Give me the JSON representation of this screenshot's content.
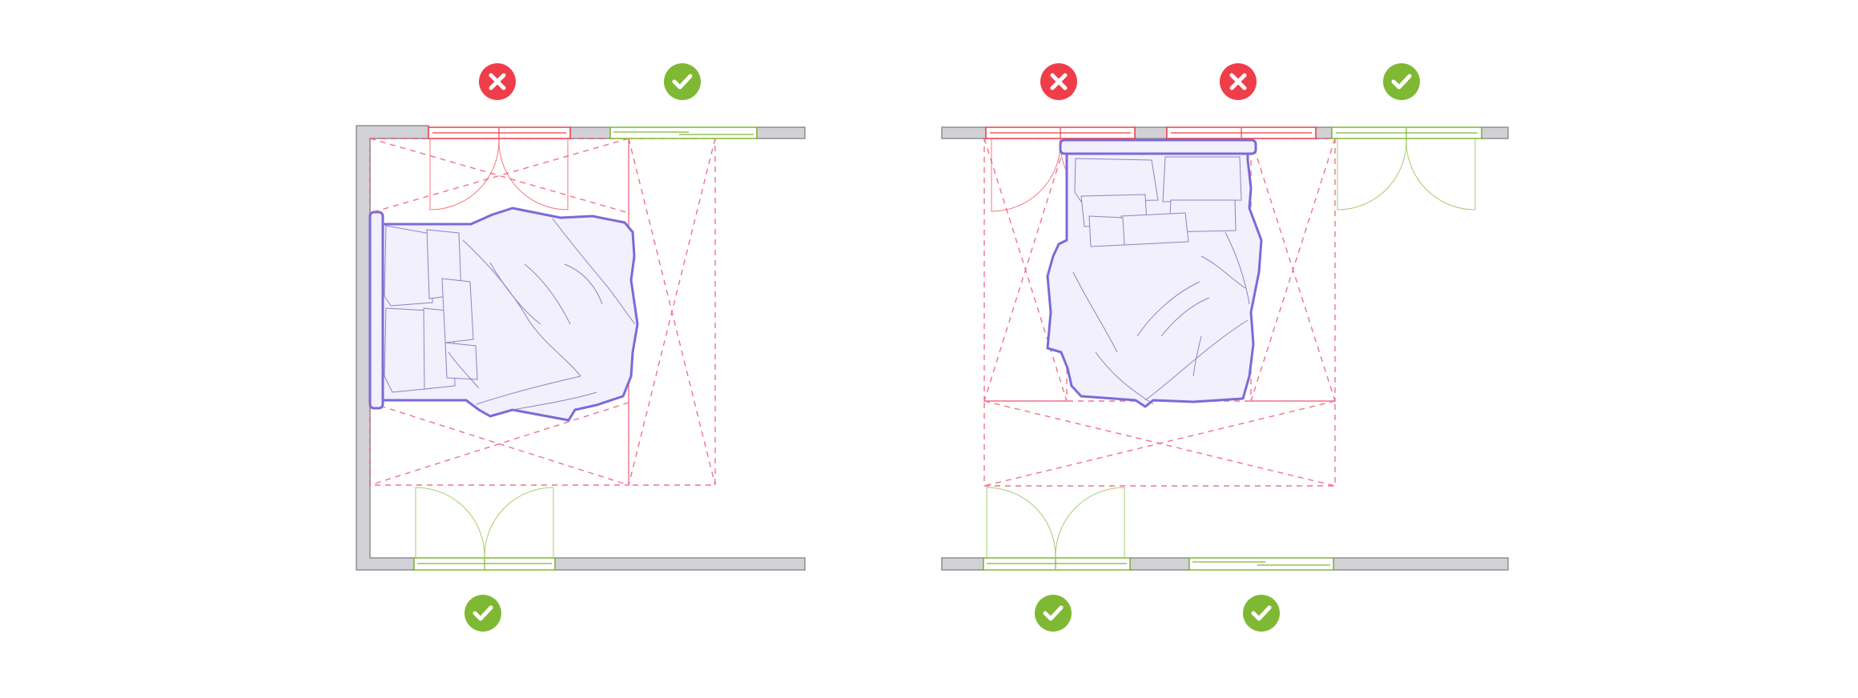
{
  "colors": {
    "wall_fill": "#d1d1d6",
    "wall_stroke": "#8e8e93",
    "bed_fill": "#f1f0fc",
    "bed_stroke": "#7b6ad8",
    "bad": "#ef3e4a",
    "good": "#7fb833",
    "clearance": "#f05a78"
  },
  "plans": [
    {
      "id": "left-plan",
      "bed_orientation": "headboard-against-side-wall",
      "top_windows": [
        {
          "status": "bad",
          "icon": "cross-icon"
        },
        {
          "status": "good",
          "icon": "check-icon"
        }
      ],
      "bottom_windows": [
        {
          "status": "good",
          "icon": "check-icon"
        }
      ]
    },
    {
      "id": "right-plan",
      "bed_orientation": "headboard-against-top-wall",
      "top_windows": [
        {
          "status": "bad",
          "icon": "cross-icon"
        },
        {
          "status": "bad",
          "icon": "cross-icon"
        },
        {
          "status": "good",
          "icon": "check-icon"
        }
      ],
      "bottom_windows": [
        {
          "status": "good",
          "icon": "check-icon"
        },
        {
          "status": "good",
          "icon": "check-icon"
        }
      ]
    }
  ]
}
